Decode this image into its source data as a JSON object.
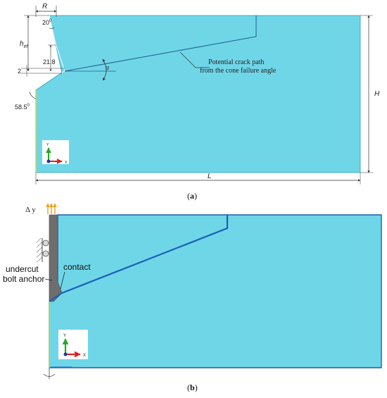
{
  "panel_a": {
    "caption_open": "(",
    "caption_letter": "a",
    "caption_close": ")",
    "dim_R": "R",
    "dim_hef_main": "h",
    "dim_hef_sub": "ef",
    "dim_H": "H",
    "dim_L": "L",
    "angle_top": "20",
    "angle_top_unit": "0",
    "len_21_8": "21.8",
    "len_2": "2",
    "angle_bottom": "58.5",
    "angle_bottom_unit": "0",
    "alpha": "α",
    "crack_label_line1": "Potential crack path",
    "crack_label_line2": "from the cone failure angle",
    "axis_y": "Y",
    "axis_x": "X"
  },
  "panel_b": {
    "caption_open": "(",
    "caption_letter": "b",
    "caption_close": ")",
    "delta_y": "Δ y",
    "contact": "contact",
    "anchor_line1": "undercut",
    "anchor_line2": "bolt anchor",
    "axis_y": "Y",
    "axis_x": "X"
  },
  "colors": {
    "fill": "#6fd6e8",
    "border_a": "#2a9fb5",
    "border_b": "#1a5fb4",
    "arrow": "#f0a020",
    "anchor": "#6e6e6e",
    "axis_green": "#22aa22",
    "axis_red": "#dd2222",
    "axis_blue": "#2233aa"
  }
}
